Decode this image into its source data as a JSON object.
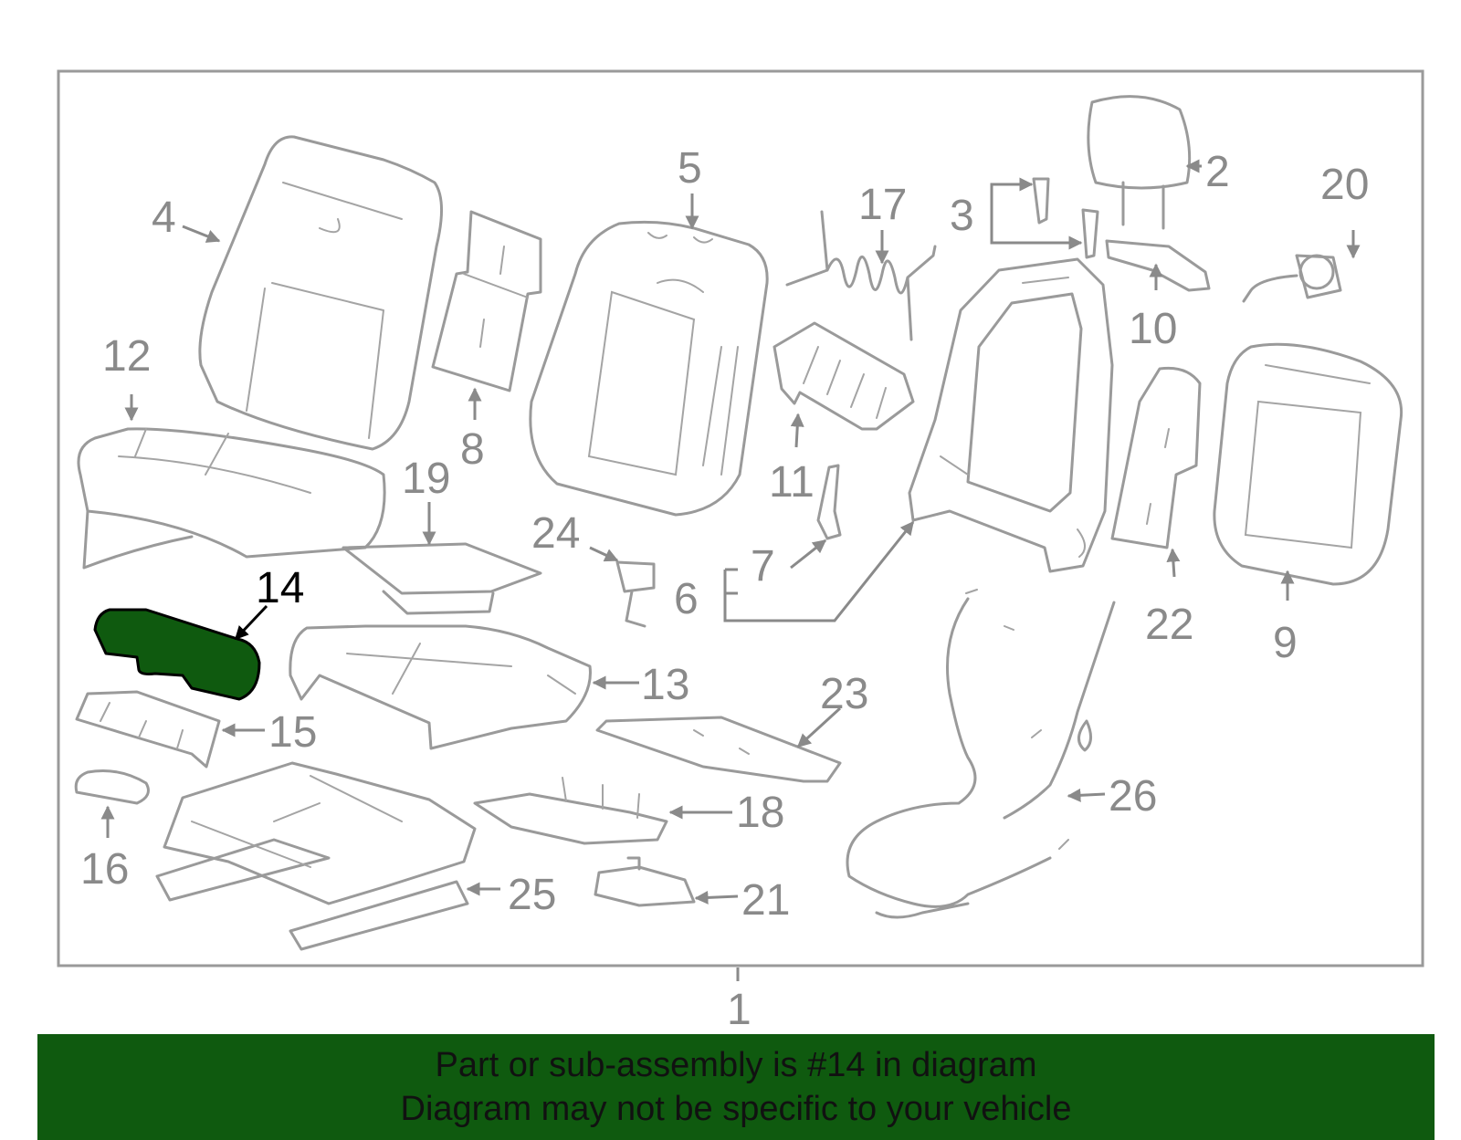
{
  "diagram": {
    "highlight_color": "#0f5a0f",
    "highlighted_part": "14",
    "callouts": [
      {
        "id": "1",
        "label": "1"
      },
      {
        "id": "2",
        "label": "2"
      },
      {
        "id": "3",
        "label": "3"
      },
      {
        "id": "4",
        "label": "4"
      },
      {
        "id": "5",
        "label": "5"
      },
      {
        "id": "6",
        "label": "6"
      },
      {
        "id": "7",
        "label": "7"
      },
      {
        "id": "8",
        "label": "8"
      },
      {
        "id": "9",
        "label": "9"
      },
      {
        "id": "10",
        "label": "10"
      },
      {
        "id": "11",
        "label": "11"
      },
      {
        "id": "12",
        "label": "12"
      },
      {
        "id": "13",
        "label": "13"
      },
      {
        "id": "14",
        "label": "14"
      },
      {
        "id": "15",
        "label": "15"
      },
      {
        "id": "16",
        "label": "16"
      },
      {
        "id": "17",
        "label": "17"
      },
      {
        "id": "18",
        "label": "18"
      },
      {
        "id": "19",
        "label": "19"
      },
      {
        "id": "20",
        "label": "20"
      },
      {
        "id": "21",
        "label": "21"
      },
      {
        "id": "22",
        "label": "22"
      },
      {
        "id": "23",
        "label": "23"
      },
      {
        "id": "24",
        "label": "24"
      },
      {
        "id": "25",
        "label": "25"
      },
      {
        "id": "26",
        "label": "26"
      }
    ]
  },
  "banner": {
    "line1": "Part or sub-assembly is #14 in diagram",
    "line2": "Diagram may not be specific to your vehicle",
    "background": "#0f5a0f"
  }
}
